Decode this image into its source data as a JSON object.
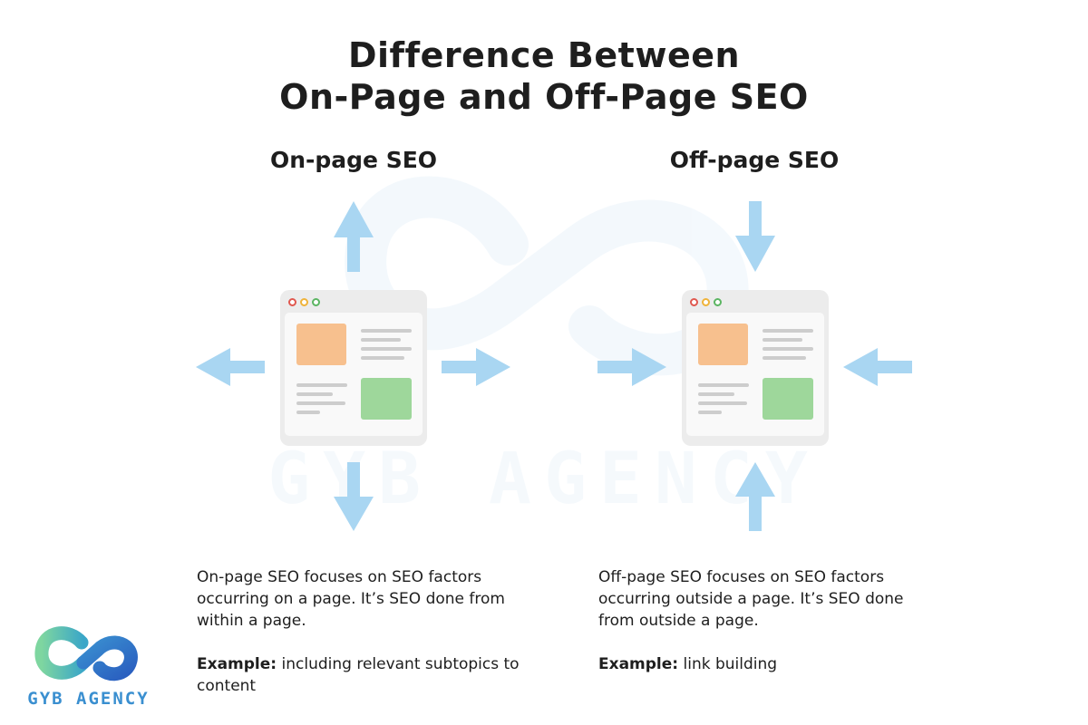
{
  "title": {
    "line1": "Difference Between",
    "line2": "On-Page and Off-Page SEO"
  },
  "on_page": {
    "heading": "On-page SEO",
    "description": "On-page SEO focuses on SEO factors occurring on a page. It’s SEO done from within a page.",
    "example_label": "Example:",
    "example_text": "including relevant subtopics to content"
  },
  "off_page": {
    "heading": "Off-page SEO",
    "description": "Off-page SEO focuses on SEO factors occurring outside a page. It’s SEO done from outside a page.",
    "example_label": "Example:",
    "example_text": "link building"
  },
  "brand": {
    "name": "GYB AGENCY",
    "watermark_text": "GYB AGENCY"
  },
  "colors": {
    "arrow": "#a9d6f2",
    "orange_block": "#f7c08e",
    "green_block": "#9ed79b",
    "dot_red": "#e0584f",
    "dot_yellow": "#efb33a",
    "dot_green": "#5bb562",
    "brand_blue": "#3a8fd0",
    "brand_green": "#7ed6a0"
  },
  "icons": {
    "on_page_arrows": "arrows-pointing-outward",
    "off_page_arrows": "arrows-pointing-inward"
  }
}
